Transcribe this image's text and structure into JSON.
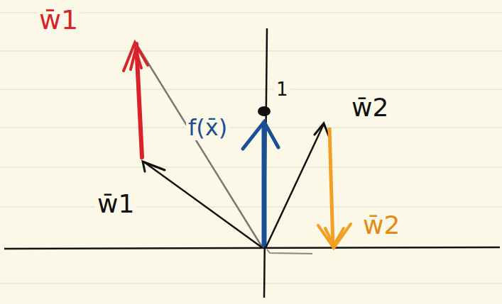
{
  "diagram": {
    "labels": [
      "w̄1",
      "1",
      "w̄2",
      "f(x̄)",
      "w̄1",
      "w̄2"
    ]
  }
}
